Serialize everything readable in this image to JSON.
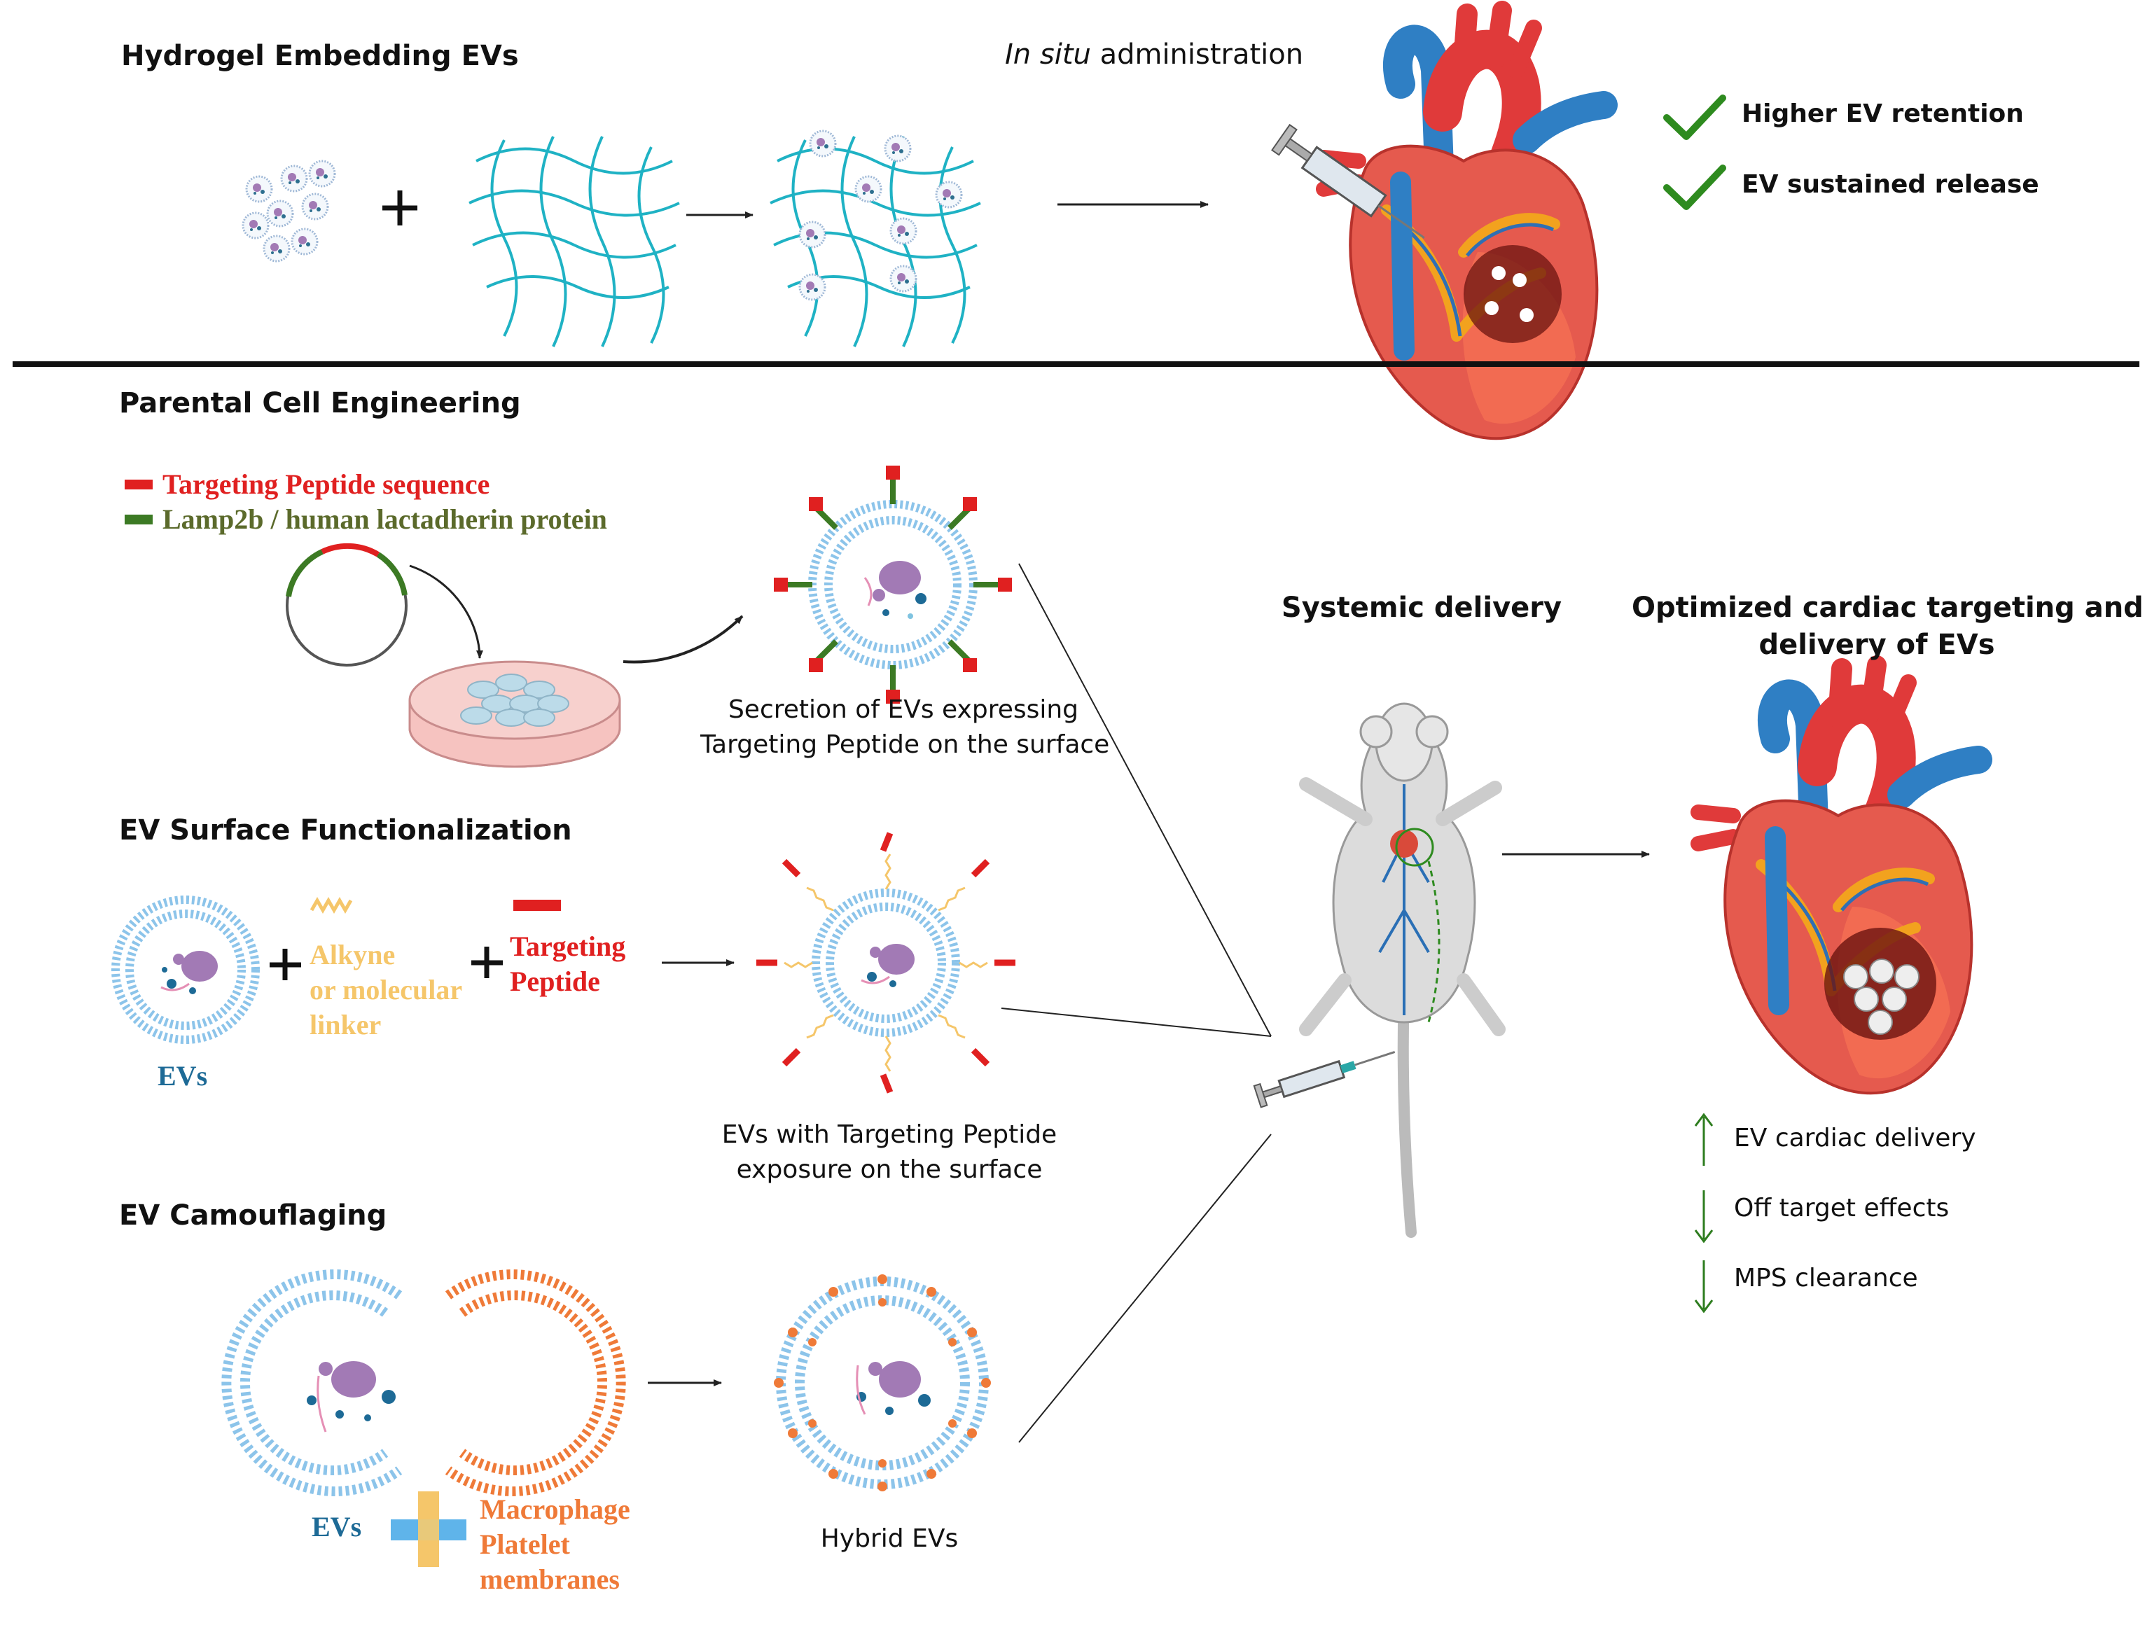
{
  "top": {
    "title": "Hydrogel Embedding EVs",
    "administration": {
      "italic": "In situ",
      "rest": " administration"
    },
    "benefits": [
      "Higher EV retention",
      "EV sustained release"
    ]
  },
  "parental": {
    "title": "Parental Cell Engineering",
    "legend": [
      "Targeting Peptide sequence",
      "Lamp2b / human lactadherin protein"
    ],
    "caption": [
      "Secretion of EVs expressing",
      "Targeting Peptide on the surface"
    ]
  },
  "surface": {
    "title": "EV Surface Functionalization",
    "evs_label": "EVs",
    "linker": [
      "Alkyne",
      "or molecular",
      "linker"
    ],
    "peptide": [
      "Targeting",
      "Peptide"
    ],
    "caption": [
      "EVs with Targeting Peptide",
      "exposure on the surface"
    ]
  },
  "camo": {
    "title": "EV Camouflaging",
    "evs_label": "EVs",
    "membranes": [
      "Macrophage",
      "Platelet",
      "membranes"
    ],
    "hybrid": "Hybrid EVs"
  },
  "systemic": {
    "title": "Systemic delivery"
  },
  "optimized": {
    "title": [
      "Optimized cardiac targeting and",
      "delivery of EVs"
    ],
    "outcomes": [
      {
        "dir": "up",
        "text": "EV cardiac delivery"
      },
      {
        "dir": "down",
        "text": "Off target effects"
      },
      {
        "dir": "down",
        "text": "MPS clearance"
      }
    ]
  },
  "colors": {
    "accent_red": "#e02020",
    "green": "#2e7d1f",
    "teal": "#1fb2c4",
    "ev_blue": "#8cc4ea",
    "orange": "#ef7a38",
    "linker_yellow": "#f5c66a",
    "ev_label_blue": "#1d6a96"
  }
}
